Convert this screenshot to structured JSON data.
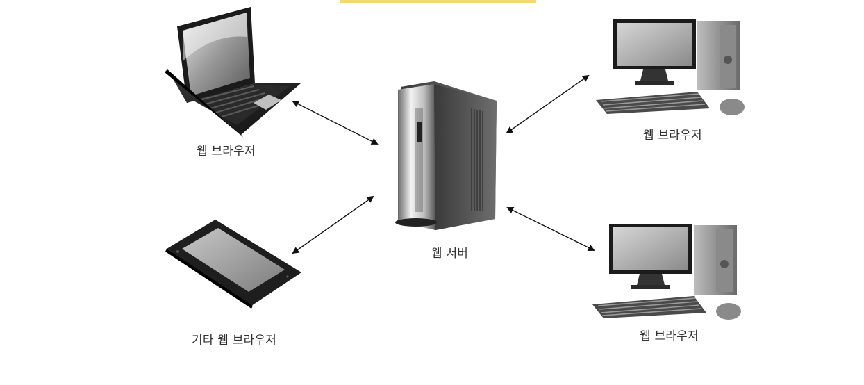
{
  "colors": {
    "accent_bar": "#f7d774",
    "arrow": "#111111",
    "label_text": "#333333"
  },
  "nodes": {
    "laptop": {
      "label": "웹 브라우저",
      "icon": "laptop-icon"
    },
    "server": {
      "label": "웹 서버",
      "icon": "server-tower-icon"
    },
    "tablet": {
      "label": "기타 웹 브라우저",
      "icon": "tablet-icon"
    },
    "desktop_top": {
      "label": "웹 브라우저",
      "icon": "desktop-computer-icon"
    },
    "desktop_bot": {
      "label": "웹 브라우저",
      "icon": "desktop-computer-icon"
    }
  },
  "connections": [
    {
      "from": "laptop",
      "to": "server",
      "style": "bidirectional"
    },
    {
      "from": "tablet",
      "to": "server",
      "style": "bidirectional"
    },
    {
      "from": "desktop_top",
      "to": "server",
      "style": "bidirectional"
    },
    {
      "from": "desktop_bot",
      "to": "server",
      "style": "bidirectional"
    }
  ]
}
